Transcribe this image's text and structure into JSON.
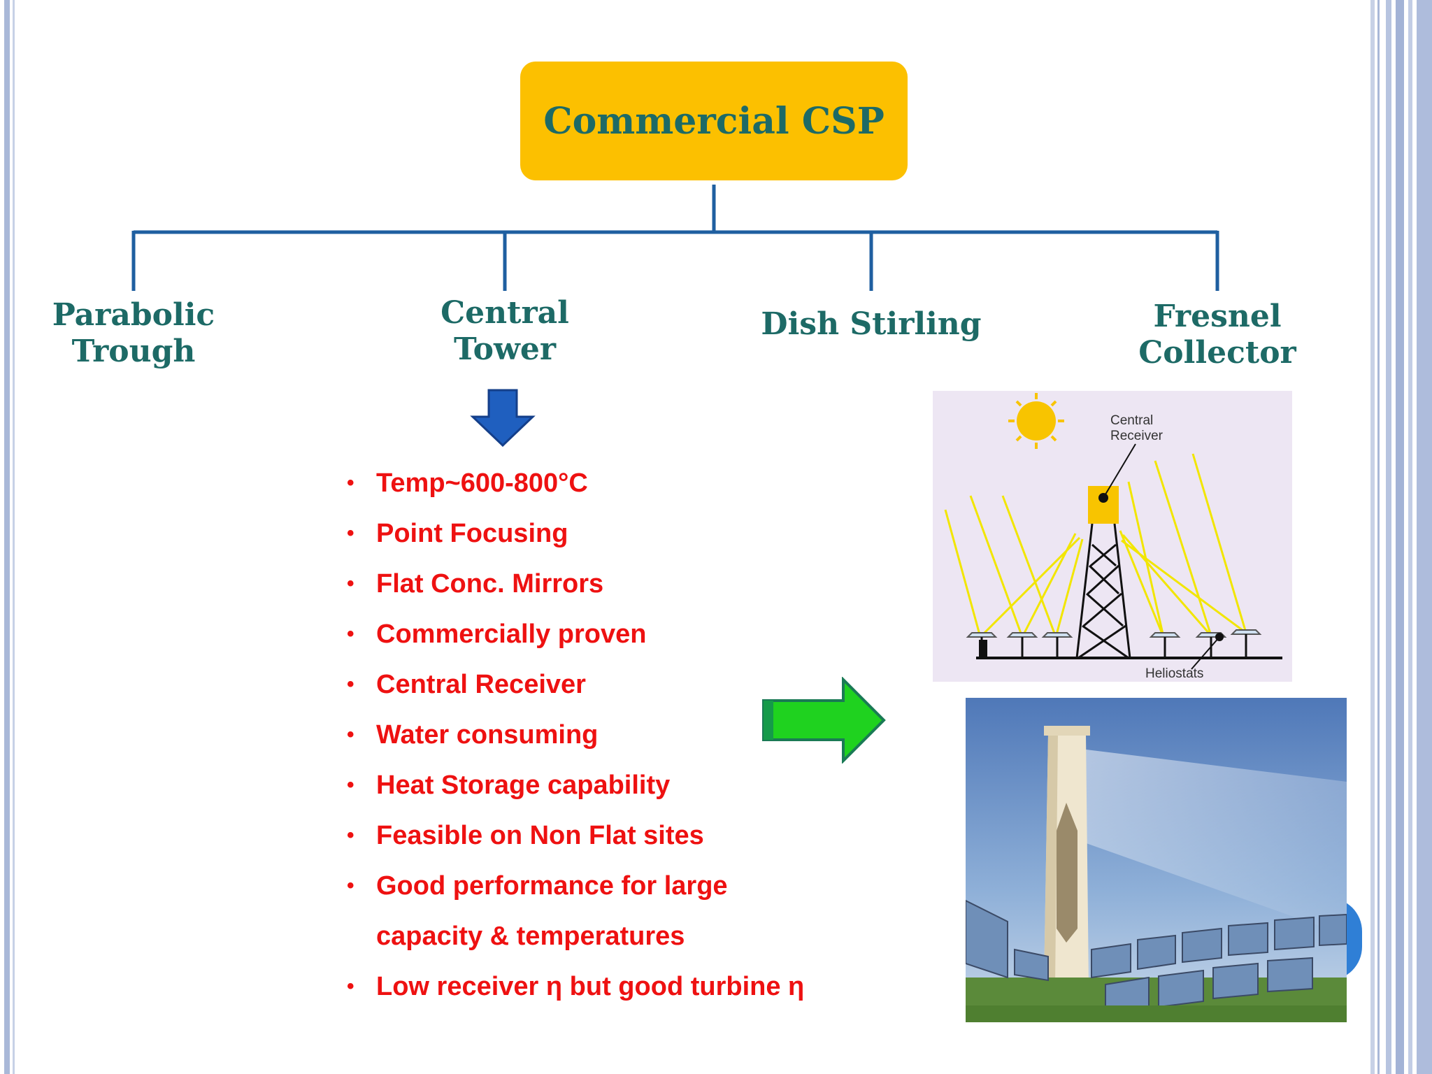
{
  "root": {
    "label": "Commercial CSP"
  },
  "branches": [
    {
      "line1": "Parabolic",
      "line2": "Trough"
    },
    {
      "line1": "Central",
      "line2": "Tower"
    },
    {
      "line1": "Dish Stirling",
      "line2": ""
    },
    {
      "line1": "Fresnel",
      "line2": "Collector"
    }
  ],
  "properties": [
    "Temp~600-800°C",
    "Point Focusing",
    "Flat Conc. Mirrors",
    "Commercially proven",
    "Central Receiver",
    "Water consuming",
    "Heat Storage capability",
    "Feasible on Non Flat sites",
    "Good performance for large",
    "capacity & temperatures",
    "Low receiver η but good turbine η"
  ],
  "diagram": {
    "receiver_label_1": "Central",
    "receiver_label_2": "Receiver",
    "heliostats_label": "Heliostats"
  },
  "colors": {
    "root_fill": "#fcc000",
    "heading_text": "#1d6a66",
    "connector": "#1f5fa0",
    "bullet_text": "#ee1111",
    "down_arrow": "#1f5fbf",
    "right_arrow": "#1fd21f"
  },
  "icons": {
    "down_arrow": "arrow-down-icon",
    "right_arrow": "arrow-right-icon"
  }
}
